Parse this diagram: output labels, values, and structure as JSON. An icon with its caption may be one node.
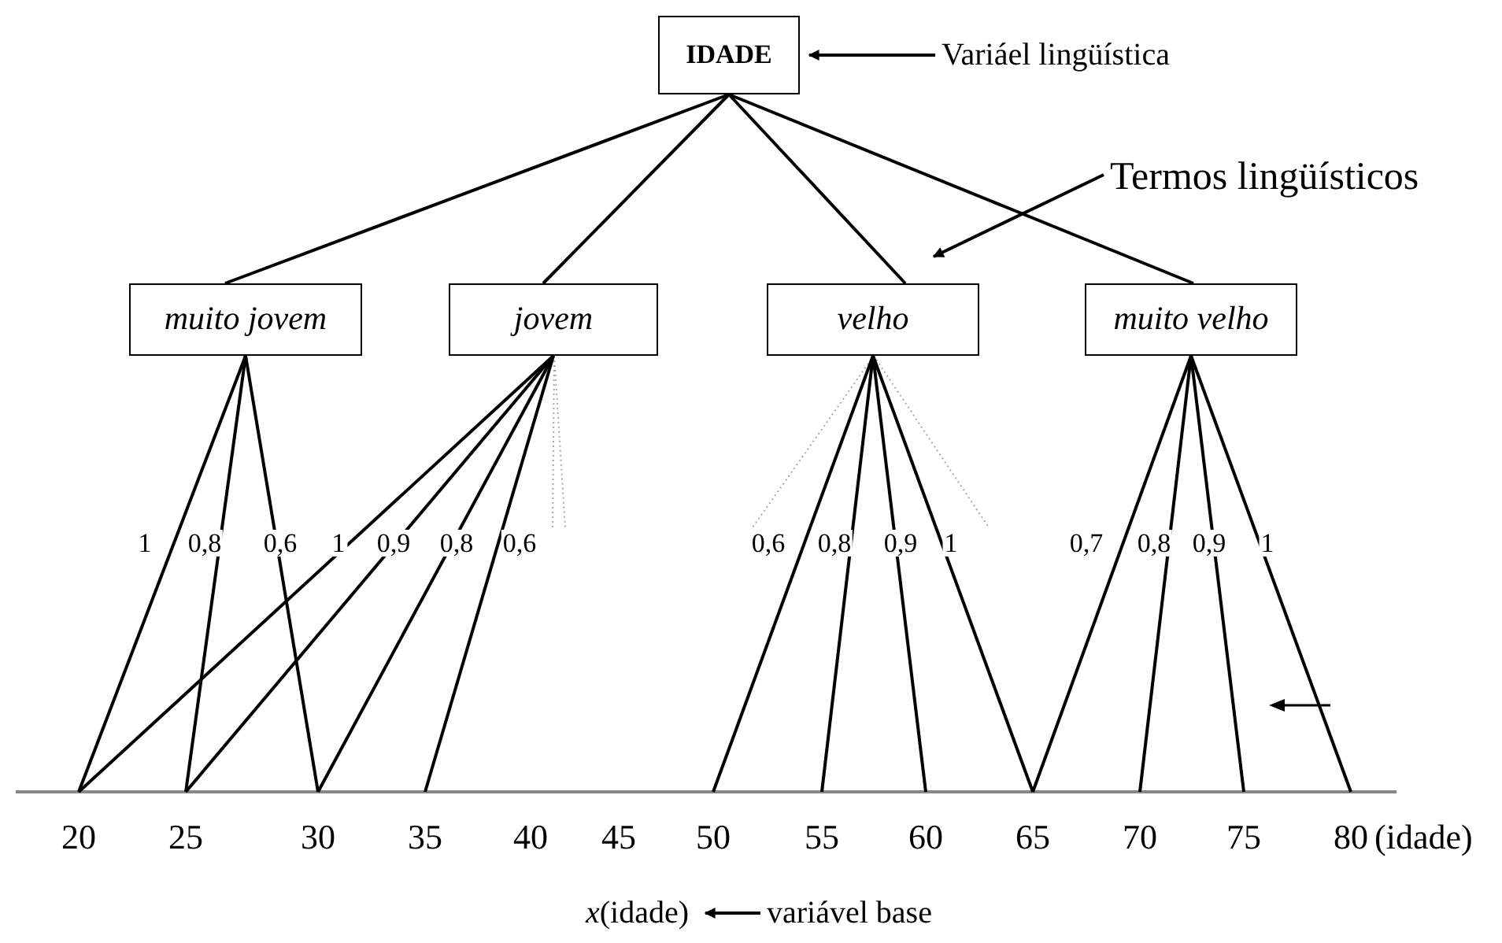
{
  "diagram": {
    "nodes": [
      {
        "text": [
          "IDADE"
        ]
      },
      {
        "text": [
          "muito jovem"
        ]
      },
      {
        "text": [
          "jovem"
        ]
      },
      {
        "text": [
          "velho"
        ]
      },
      {
        "text": [
          "muito velho"
        ]
      },
      {
        "text": [
          "Variáel lingüística"
        ]
      },
      {
        "text": [
          "Termos lingüísticos"
        ]
      },
      {
        "text": [
          "20"
        ]
      },
      {
        "text": [
          "25"
        ]
      },
      {
        "text": [
          "30"
        ]
      },
      {
        "text": [
          "35"
        ]
      },
      {
        "text": [
          "40"
        ]
      },
      {
        "text": [
          "45"
        ]
      },
      {
        "text": [
          "50"
        ]
      },
      {
        "text": [
          "55"
        ]
      },
      {
        "text": [
          "60"
        ]
      },
      {
        "text": [
          "65"
        ]
      },
      {
        "text": [
          "70"
        ]
      },
      {
        "text": [
          "75"
        ]
      },
      {
        "text": [
          "80"
        ]
      },
      {
        "text": [
          "*x*(idade)"
        ]
      },
      {
        "text": [
          "variável base"
        ]
      }
    ],
    "edges": [
      {
        "from": 0,
        "to": 1,
        "arrow": "none"
      },
      {
        "from": 0,
        "to": 2,
        "arrow": "none"
      },
      {
        "from": 0,
        "to": 3,
        "arrow": "none"
      },
      {
        "from": 0,
        "to": 4,
        "arrow": "none"
      },
      {
        "from": 5,
        "to": 0,
        "arrow": "to"
      },
      {
        "from": 6,
        "to": 3,
        "arrow": "to"
      },
      {
        "from": 1,
        "to": 7,
        "arrow": "none",
        "label": "1"
      },
      {
        "from": 1,
        "to": 8,
        "arrow": "none",
        "label": "0,8"
      },
      {
        "from": 1,
        "to": 9,
        "arrow": "none",
        "label": "0,6"
      },
      {
        "from": 2,
        "to": 7,
        "arrow": "none",
        "label": "1"
      },
      {
        "from": 2,
        "to": 8,
        "arrow": "none",
        "label": "0,9"
      },
      {
        "from": 2,
        "to": 9,
        "arrow": "none",
        "label": "0,8"
      },
      {
        "from": 2,
        "to": 10,
        "arrow": "none",
        "label": "0,6"
      },
      {
        "from": 3,
        "to": 13,
        "arrow": "none",
        "label": "0,6"
      },
      {
        "from": 3,
        "to": 14,
        "arrow": "none",
        "label": "0,8"
      },
      {
        "from": 3,
        "to": 15,
        "arrow": "none",
        "label": "0,9"
      },
      {
        "from": 3,
        "to": 16,
        "arrow": "none",
        "label": "1"
      },
      {
        "from": 4,
        "to": 16,
        "arrow": "none",
        "label": "0,7"
      },
      {
        "from": 4,
        "to": 17,
        "arrow": "none",
        "label": "0,8"
      },
      {
        "from": 4,
        "to": 18,
        "arrow": "none",
        "label": "0,9"
      },
      {
        "from": 4,
        "to": 19,
        "arrow": "none",
        "label": "1"
      },
      {
        "from": 21,
        "to": 20,
        "arrow": "to"
      }
    ],
    "labels": [
      "(idade)"
    ]
  }
}
